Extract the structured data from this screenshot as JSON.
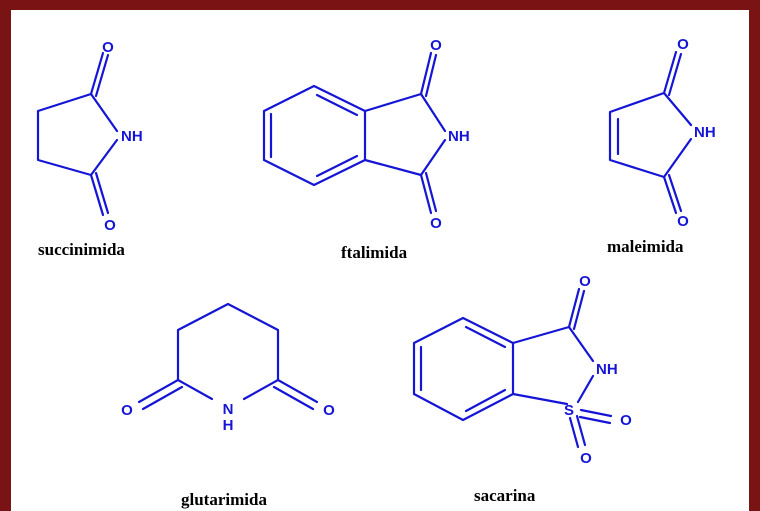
{
  "molecules": {
    "succinimida": {
      "name": "succinimida",
      "atoms": {
        "o_top": "O",
        "nh": "NH",
        "o_bottom": "O"
      }
    },
    "ftalimida": {
      "name": "ftalimida",
      "atoms": {
        "o_top": "O",
        "nh": "NH",
        "o_bottom": "O"
      }
    },
    "maleimida": {
      "name": "maleimida",
      "atoms": {
        "o_top": "O",
        "nh": "NH",
        "o_bottom": "O"
      }
    },
    "glutarimida": {
      "name": "glutarimida",
      "atoms": {
        "o_left": "O",
        "n": "N",
        "h": "H",
        "o_right": "O"
      }
    },
    "sacarina": {
      "name": "sacarina",
      "atoms": {
        "o_top": "O",
        "nh": "NH",
        "s": "S",
        "o_right": "O",
        "o_bottom": "O"
      }
    }
  },
  "colors": {
    "frame": "#7a1414",
    "structure": "#1515d6",
    "label": "#000000"
  }
}
